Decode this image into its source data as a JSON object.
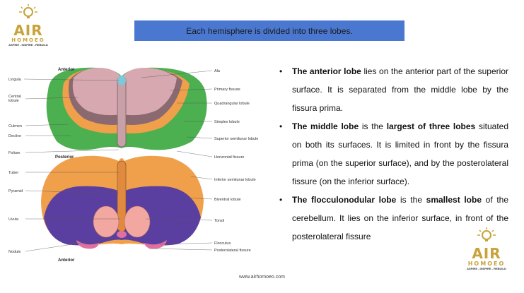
{
  "logo": {
    "brand": "AIR",
    "sub": "HOMOEO",
    "tagline": "ASPIRE - INSPIRE - REBUILD"
  },
  "banner": {
    "text": "Each hemisphere is divided into three lobes."
  },
  "diagram": {
    "orientation_top": "Anterior",
    "orientation_mid": "Posterior",
    "orientation_bottom": "Anterior",
    "left_labels": [
      "Lingula",
      "Central lobule",
      "Culmen",
      "Declive",
      "Folium",
      "Tuber",
      "Pyramid",
      "Uvula",
      "Nodule"
    ],
    "right_labels": [
      "Ala",
      "Primary fissure",
      "Quadrangular lobule",
      "Simplex lobule",
      "Superior semilunar lobule",
      "Horizontal fissure",
      "Inferior semilunar lobule",
      "Biventral lobule",
      "Tonsil",
      "Flocculus",
      "Posterolateral fissure"
    ]
  },
  "bullets": [
    {
      "bold": "The anterior lobe",
      "rest": " lies on the anterior part of the superior surface. It is separated from the middle lobe by the fissura prima."
    },
    {
      "bold": "The middle lobe",
      "mid": " is the ",
      "bold2": "largest of three lobes",
      "rest": " situated on both its surfaces. It is limited in front by the fissura prima (on the superior surface), and by the posterolateral fissure (on the inferior surface)."
    },
    {
      "bold": "The flocculonodular lobe",
      "mid": " is the ",
      "bold2": "smallest lobe",
      "rest": " of the cerebellum. It lies on the inferior surface, in front of the posterolateral fissure"
    }
  ],
  "footer": {
    "url": "www.airhomoeo.com"
  },
  "colors": {
    "gold": "#c8a23a",
    "banner": "#4a78d0",
    "green": "#4caf50",
    "orange": "#f0a04b",
    "purple": "#5b3fa0",
    "pink": "#d8a8b0",
    "salmon": "#f2a8a0"
  }
}
